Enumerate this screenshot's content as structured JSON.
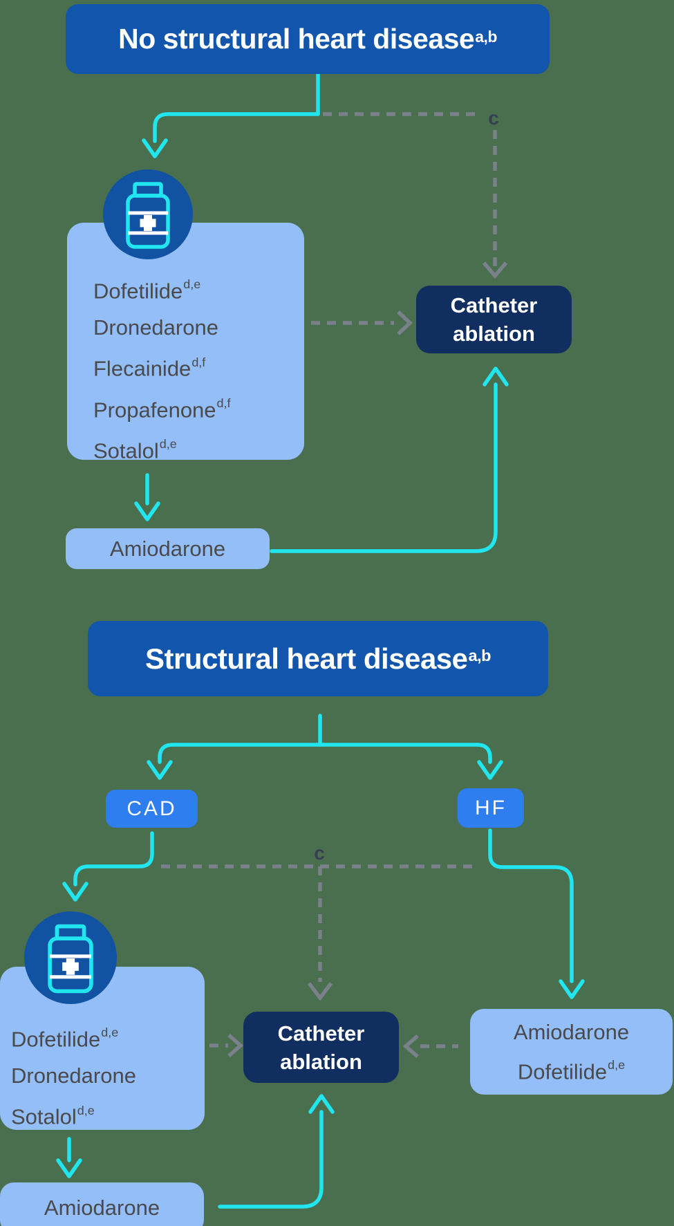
{
  "colors": {
    "background": "#4a6f4e",
    "header_blue": "#1156ac",
    "navy": "#102f60",
    "light_blue": "#93bef8",
    "accent_blue": "#2e7ef0",
    "cyan": "#21e6ef",
    "dash_gray": "#7b818a",
    "text_dark": "#4a4a4c",
    "pill_circle_blue": "#1152a2"
  },
  "section1": {
    "header": {
      "text": "No structural heart disease",
      "sup": "a,b"
    },
    "drugs": [
      {
        "name": "Dofetilide",
        "sup": "d,e"
      },
      {
        "name": "Dronedarone",
        "sup": ""
      },
      {
        "name": "Flecainide",
        "sup": "d,f"
      },
      {
        "name": "Propafenone",
        "sup": "d,f"
      },
      {
        "name": "Sotalol",
        "sup": "d,e"
      }
    ],
    "amiodarone_label": "Amiodarone",
    "ablation": {
      "line1": "Catheter",
      "line2": "ablation"
    },
    "c_label": "c"
  },
  "section2": {
    "header": {
      "text": "Structural heart disease",
      "sup": "a,b"
    },
    "cad_label": "CAD",
    "hf_label": "HF",
    "cad_drugs": [
      {
        "name": "Dofetilide",
        "sup": "d,e"
      },
      {
        "name": "Dronedarone",
        "sup": ""
      },
      {
        "name": "Sotalol",
        "sup": "d,e"
      }
    ],
    "hf_drugs": [
      {
        "name": "Amiodarone",
        "sup": ""
      },
      {
        "name": "Dofetilide",
        "sup": "d,e"
      }
    ],
    "amiodarone_label": "Amiodarone",
    "ablation": {
      "line1": "Catheter",
      "line2": "ablation"
    },
    "c_label": "c"
  }
}
